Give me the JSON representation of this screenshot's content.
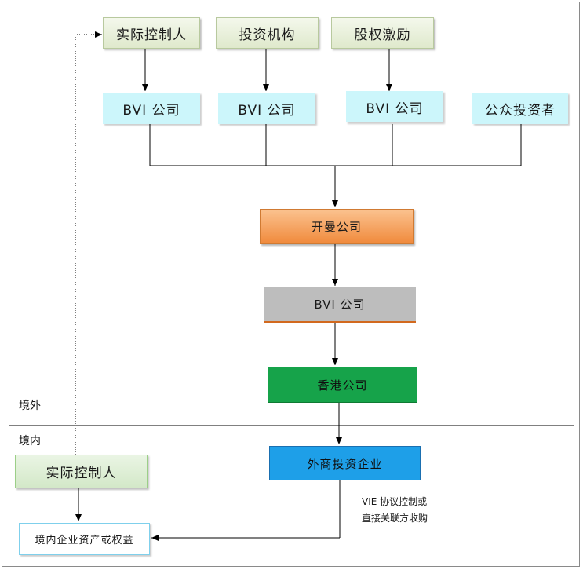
{
  "regions": {
    "offshore": "境外",
    "onshore": "境内"
  },
  "nodes": {
    "actual_controller_top": "实际控制人",
    "investor": "投资机构",
    "equity_incentive": "股权激励",
    "bvi_1": "BVI 公司",
    "bvi_2": "BVI 公司",
    "bvi_3": "BVI 公司",
    "public_investors": "公众投资者",
    "cayman": "开曼公司",
    "bvi_main": "BVI 公司",
    "hk": "香港公司",
    "wfoe": "外商投资企业",
    "actual_controller_bottom": "实际控制人",
    "domestic_assets": "境内企业资产或权益"
  },
  "note": {
    "line1": "VIE 协议控制或",
    "line2": "直接关联方收购"
  }
}
